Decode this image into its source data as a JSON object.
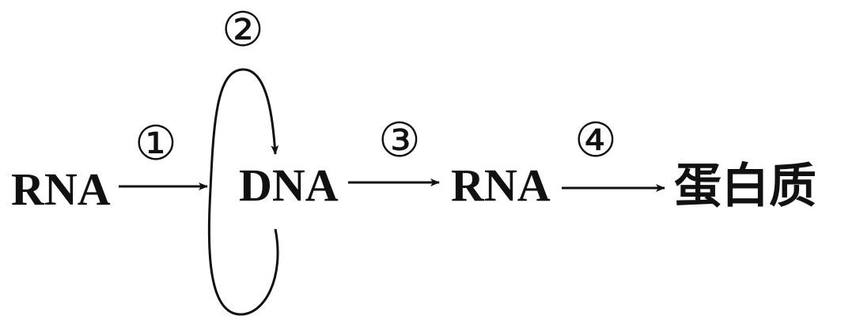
{
  "nodes": {
    "rna_left": "RNA",
    "dna": "DNA",
    "rna_right": "RNA",
    "protein": "蛋白质"
  },
  "steps": {
    "s1": "①",
    "s2": "②",
    "s3": "③",
    "s4": "④"
  }
}
